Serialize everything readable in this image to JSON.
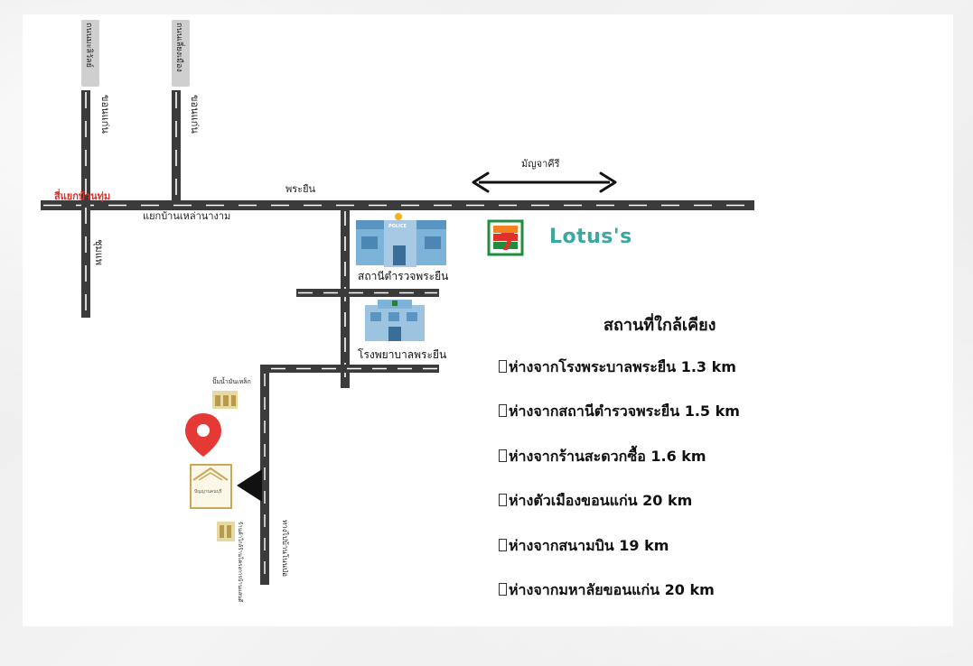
{
  "map": {
    "road_labels": {
      "top_road": "พระยืน",
      "manchakhiri": "มัญจาคีรี",
      "junction": "สี่แยกบ้านทุ่ม",
      "nong_lahan": "แยกบ้านเหล่านางาม",
      "khon_kaen_1": "ขอนแก่น",
      "khon_kaen_2": "ขอนแก่น",
      "chum_phae": "ชุมแพ",
      "sign_1": "ถนนมะลิวัลย์",
      "sign_2": "ถนนเลี่ยงเมือง",
      "bottom_road": "ทางไปบ้านโนนป่อ",
      "small_label_1": "ปั๊มน้ำมันเหล็ก",
      "small_label_2": "ร้านค้าใกล้ร้านโครงการบ้านแสนดี",
      "project_sign": "ปัญญานคนบุรี"
    },
    "places": {
      "police": "สถานีตำรวจพระยืน",
      "police_sign": "POLICE",
      "hospital": "โรงพยาบาลพระยืน",
      "lotus": "Lotus's",
      "seven_eleven": "7"
    },
    "colors": {
      "road": "#3b3b3b",
      "road_dash": "#ffffff",
      "lotus_teal": "#38a8a0",
      "seven_green": "#1e8e3e",
      "seven_orange": "#f58220",
      "seven_red": "#e0302a",
      "pin_red": "#e53935",
      "building_blue": "#7bb3d9"
    }
  },
  "nearby": {
    "title": "สถานที่ใกล้เคียง",
    "items": [
      "ห่างจากโรงพระบาลพระยืน  1.3 km",
      "ห่างจากสถานีตำรวจพระยืน  1.5 km",
      "ห่างจากร้านสะดวกซื้อ  1.6  km",
      "ห่างตัวเมืองขอนแก่น 20 km",
      "ห่างจากสนามบิน  19 km",
      "ห่างจากมหาลัยขอนแก่น 20 km"
    ]
  }
}
